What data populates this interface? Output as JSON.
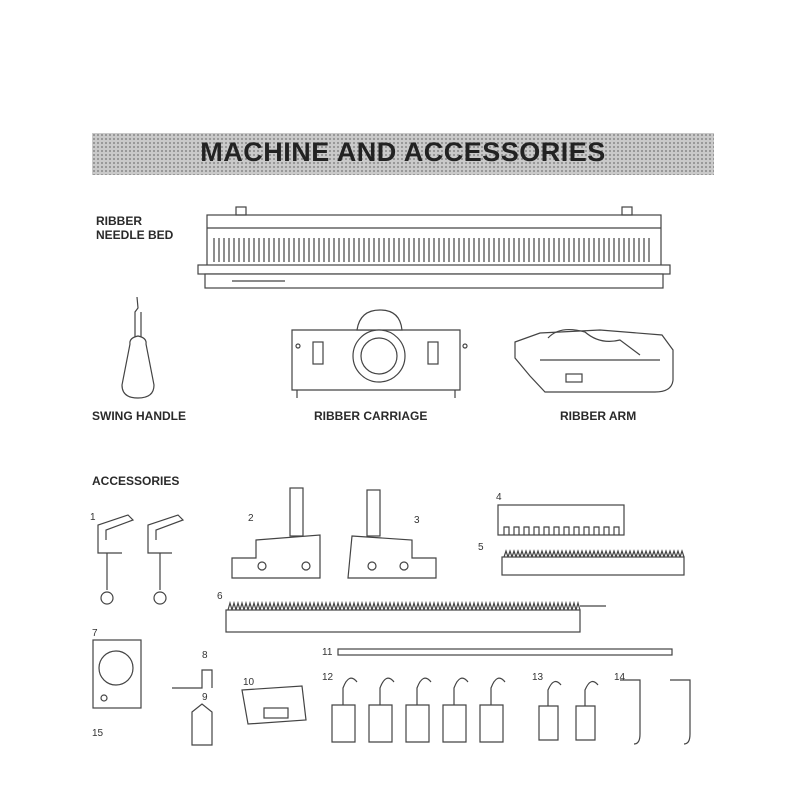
{
  "title": "MACHINE AND ACCESSORIES",
  "labels": {
    "ribber_needle_bed_line1": "RIBBER",
    "ribber_needle_bed_line2": "NEEDLE BED",
    "swing_handle": "SWING HANDLE",
    "ribber_carriage": "RIBBER CARRIAGE",
    "ribber_arm": "RIBBER ARM",
    "accessories": "ACCESSORIES"
  },
  "item_numbers": [
    "1",
    "2",
    "3",
    "4",
    "5",
    "6",
    "7",
    "8",
    "9",
    "10",
    "11",
    "12",
    "13",
    "14",
    "15"
  ]
}
